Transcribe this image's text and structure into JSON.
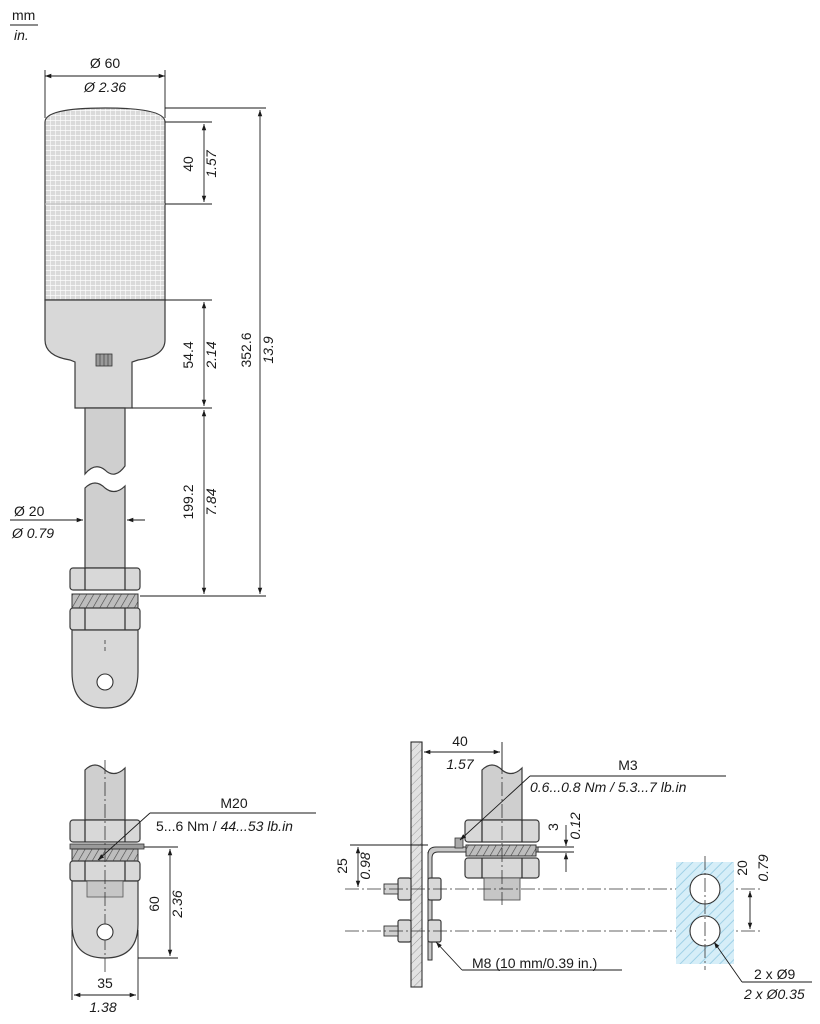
{
  "units": {
    "metric": "mm",
    "imperial": "in."
  },
  "main_view": {
    "diameter_top_mm": "Ø 60",
    "diameter_top_in": "Ø 2.36",
    "segment_mm": "40",
    "segment_in": "1.57",
    "base_mm": "54.4",
    "base_in": "2.14",
    "total_mm": "352.6",
    "total_in": "13.9",
    "tube_length_mm": "199.2",
    "tube_length_in": "7.84",
    "tube_diameter_mm": "Ø 20",
    "tube_diameter_in": "Ø 0.79"
  },
  "detail_left": {
    "thread": "M20",
    "torque_mm": "5...6 Nm / ",
    "torque_in": "44...53 lb.in",
    "height_mm": "60",
    "height_in": "2.36",
    "width_mm": "35",
    "width_in": "1.38"
  },
  "detail_right": {
    "offset_mm": "40",
    "offset_in": "1.57",
    "screw": "M3",
    "screw_torque": "0.6...0.8 Nm / 5.3...7 lb.in",
    "plate_mm": "3",
    "plate_in": "0.12",
    "height_mm": "25",
    "height_in": "0.98",
    "bolt": "M8 (10 mm/0.39 in.)",
    "hole_spacing_mm": "20",
    "hole_spacing_in": "0.79",
    "holes_mm": "2 x Ø9",
    "holes_in": "2 x Ø0.35"
  },
  "colors": {
    "body": "#d8d8d8",
    "hatch": "#bfe3f1",
    "line": "#1a1a1a"
  }
}
